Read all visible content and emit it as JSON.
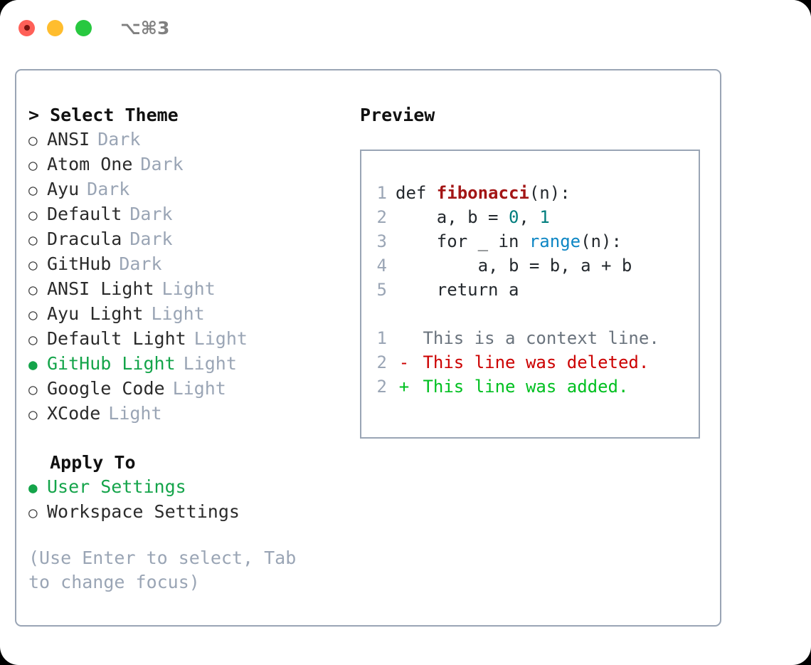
{
  "titlebar": {
    "shortcut": "⌥⌘3",
    "lights": [
      {
        "name": "close",
        "color": "#ff6058"
      },
      {
        "name": "minimize",
        "color": "#ffbd2e"
      },
      {
        "name": "maximize",
        "color": "#28c840"
      }
    ]
  },
  "theme_section": {
    "header": "> Select Theme",
    "items": [
      {
        "marker": "○",
        "label": "ANSI",
        "badge": "Dark",
        "selected": false
      },
      {
        "marker": "○",
        "label": "Atom One",
        "badge": "Dark",
        "selected": false
      },
      {
        "marker": "○",
        "label": "Ayu",
        "badge": "Dark",
        "selected": false
      },
      {
        "marker": "○",
        "label": "Default",
        "badge": "Dark",
        "selected": false
      },
      {
        "marker": "○",
        "label": "Dracula",
        "badge": "Dark",
        "selected": false
      },
      {
        "marker": "○",
        "label": "GitHub",
        "badge": "Dark",
        "selected": false
      },
      {
        "marker": "○",
        "label": "ANSI Light",
        "badge": "Light",
        "selected": false
      },
      {
        "marker": "○",
        "label": "Ayu Light",
        "badge": "Light",
        "selected": false
      },
      {
        "marker": "○",
        "label": "Default Light",
        "badge": "Light",
        "selected": false
      },
      {
        "marker": "●",
        "label": "GitHub Light",
        "badge": "Light",
        "selected": true
      },
      {
        "marker": "○",
        "label": "Google Code",
        "badge": "Light",
        "selected": false
      },
      {
        "marker": "○",
        "label": "XCode",
        "badge": "Light",
        "selected": false
      }
    ]
  },
  "apply_section": {
    "header": "  Apply To",
    "items": [
      {
        "marker": "●",
        "label": "User Settings",
        "selected": true
      },
      {
        "marker": "○",
        "label": "Workspace Settings",
        "selected": false
      }
    ]
  },
  "hint": "(Use Enter to select, Tab to change focus)",
  "preview": {
    "title": "Preview",
    "code_lines": [
      {
        "ln": "1",
        "mark": "",
        "tokens": [
          {
            "t": "def ",
            "k": "plain"
          },
          {
            "t": "fibonacci",
            "k": "fn"
          },
          {
            "t": "(n):",
            "k": "plain"
          }
        ]
      },
      {
        "ln": "2",
        "mark": "",
        "tokens": [
          {
            "t": "    a, b = ",
            "k": "plain"
          },
          {
            "t": "0",
            "k": "num"
          },
          {
            "t": ", ",
            "k": "plain"
          },
          {
            "t": "1",
            "k": "num"
          }
        ]
      },
      {
        "ln": "3",
        "mark": "",
        "tokens": [
          {
            "t": "    for _ in ",
            "k": "plain"
          },
          {
            "t": "range",
            "k": "call"
          },
          {
            "t": "(n):",
            "k": "plain"
          }
        ]
      },
      {
        "ln": "4",
        "mark": "",
        "tokens": [
          {
            "t": "        a, b = b, a + b",
            "k": "plain"
          }
        ]
      },
      {
        "ln": "5",
        "mark": "",
        "tokens": [
          {
            "t": "    return a",
            "k": "plain"
          }
        ]
      }
    ],
    "diff_lines": [
      {
        "ln": "1",
        "mark": " ",
        "text": " This is a context line.",
        "kind": "ctx"
      },
      {
        "ln": "2",
        "mark": "-",
        "text": " This line was deleted.",
        "kind": "del"
      },
      {
        "ln": "2",
        "mark": "+",
        "text": " This line was added.",
        "kind": "add"
      }
    ]
  },
  "colors": {
    "accent_green": "#14a44a",
    "muted": "#9aa5b5",
    "border": "#9aa5b5",
    "diff_add": "#00c020",
    "diff_del": "#cc0000",
    "diff_ctx": "#6a737d",
    "token_fn": "#a31515",
    "token_num": "#007d7d",
    "token_call": "#0d86c4"
  }
}
